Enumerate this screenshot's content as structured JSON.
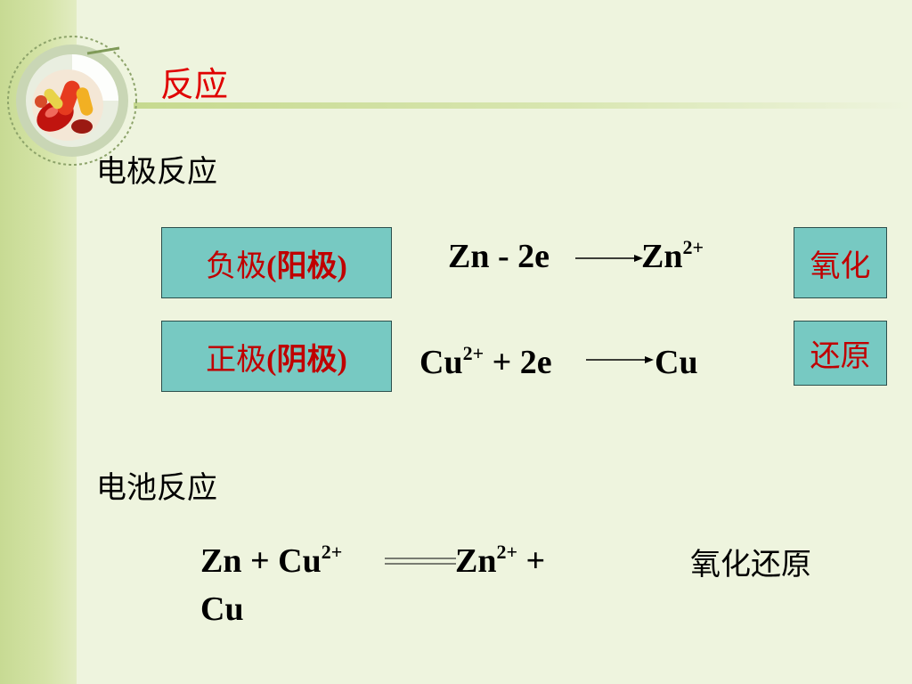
{
  "slide": {
    "title": "反应"
  },
  "sections": {
    "electrode": "电极反应",
    "cell": "电池反应"
  },
  "electrode_reactions": [
    {
      "label_cn1": "负极",
      "label_paren": "(阳极)",
      "left_species": "Zn",
      "left_op": " - 2e",
      "right_species": "Zn",
      "right_charge": "2+",
      "type": "氧化"
    },
    {
      "label_cn1": "正极",
      "label_paren": "(阴极)",
      "left_species": "Cu",
      "left_charge": "2+",
      "left_op": " + 2e",
      "right_species": "Cu",
      "type": "还原"
    }
  ],
  "cell_reaction": {
    "part1": "Zn + Cu",
    "charge1": "2+",
    "part2": "Zn",
    "charge2": "2+",
    "part3": " +",
    "line2": "Cu",
    "type": "氧化还原"
  },
  "colors": {
    "background": "#eef4de",
    "side_band": "#cfe09f",
    "title_red": "#e00000",
    "box_fill": "#77c9c2",
    "box_text": "#c00000"
  },
  "icons": {
    "logo": "pills-circle-logo"
  }
}
